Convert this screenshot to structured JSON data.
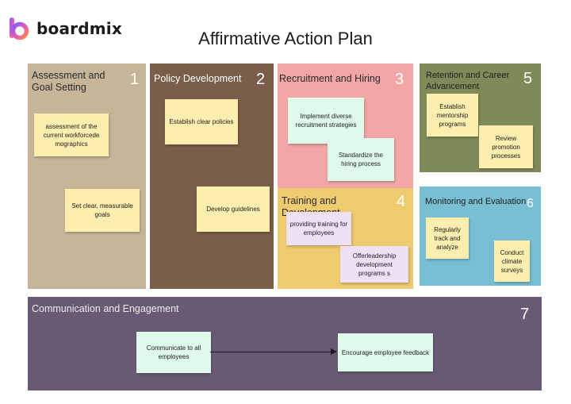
{
  "brand": {
    "name": "boardmix"
  },
  "title": "Affirmative Action Plan",
  "sections": {
    "s1": {
      "title": "Assessment and Goal Setting",
      "number": "1",
      "notes": [
        "assessment of the current workforcede mographics",
        "Set clear, measurable goals"
      ]
    },
    "s2": {
      "title": "Policy Development",
      "number": "2",
      "notes": [
        "Establish clear policies",
        "Develop guidelines"
      ]
    },
    "s3": {
      "title": "Recruitment and Hiring",
      "number": "3",
      "notes": [
        "Implement diverse recruitment strategies",
        "Standardize the hiring process"
      ]
    },
    "s4": {
      "title": "Training and Development",
      "number": "4",
      "notes": [
        "providing training for employees",
        "Offerleadership development programs s"
      ]
    },
    "s5": {
      "title": "Retention and Career Advancement",
      "number": "5",
      "notes": [
        "Establish mentorship programs",
        "Review promotion processes"
      ]
    },
    "s6": {
      "title": "Monitoring and Evaluation",
      "number": "6",
      "notes": [
        "Regularly track and analyze",
        "Conduct climate surveys"
      ]
    },
    "s7": {
      "title": "Communication and Engagement",
      "number": "7",
      "notes": [
        "Communicate to all employees",
        "Encourage employee feedback"
      ]
    }
  }
}
